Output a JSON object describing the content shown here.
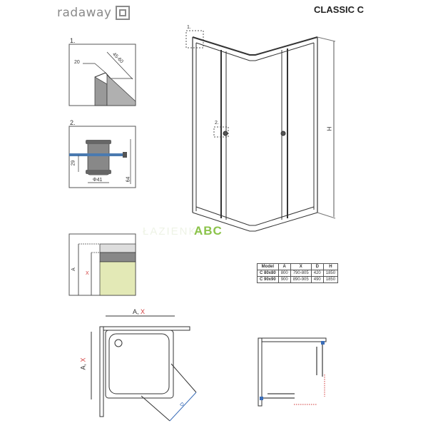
{
  "header": {
    "brand": "radaway",
    "title": "CLASSIC C"
  },
  "details": [
    {
      "label": "1.",
      "dims": [
        "20",
        "45-60"
      ]
    },
    {
      "label": "2.",
      "dims": [
        "29",
        "64",
        "Φ41"
      ]
    },
    {
      "label": "",
      "dims": [
        "A",
        "X"
      ]
    }
  ],
  "main_view": {
    "callouts": [
      "1.",
      "2."
    ],
    "height_label": "H"
  },
  "watermark": {
    "prefix": "ŁAZIENKI",
    "text": "ABC"
  },
  "spec_table": {
    "headers": [
      "Model",
      "A",
      "X",
      "D",
      "H"
    ],
    "rows": [
      [
        "C 80x80",
        "800",
        "790-805",
        "420",
        "1850"
      ],
      [
        "C 90x90",
        "900",
        "890-905",
        "490",
        "1850"
      ]
    ]
  },
  "plan_view": {
    "width_label_a": "A,",
    "width_label_x": "X",
    "depth_label_a": "A,",
    "depth_label_x": "X",
    "door_label": "D"
  },
  "colors": {
    "red": "#d23a3a",
    "blue": "#3a6db8",
    "green_fill": "#e3e9b6",
    "watermark_green": "#8bc34a"
  }
}
